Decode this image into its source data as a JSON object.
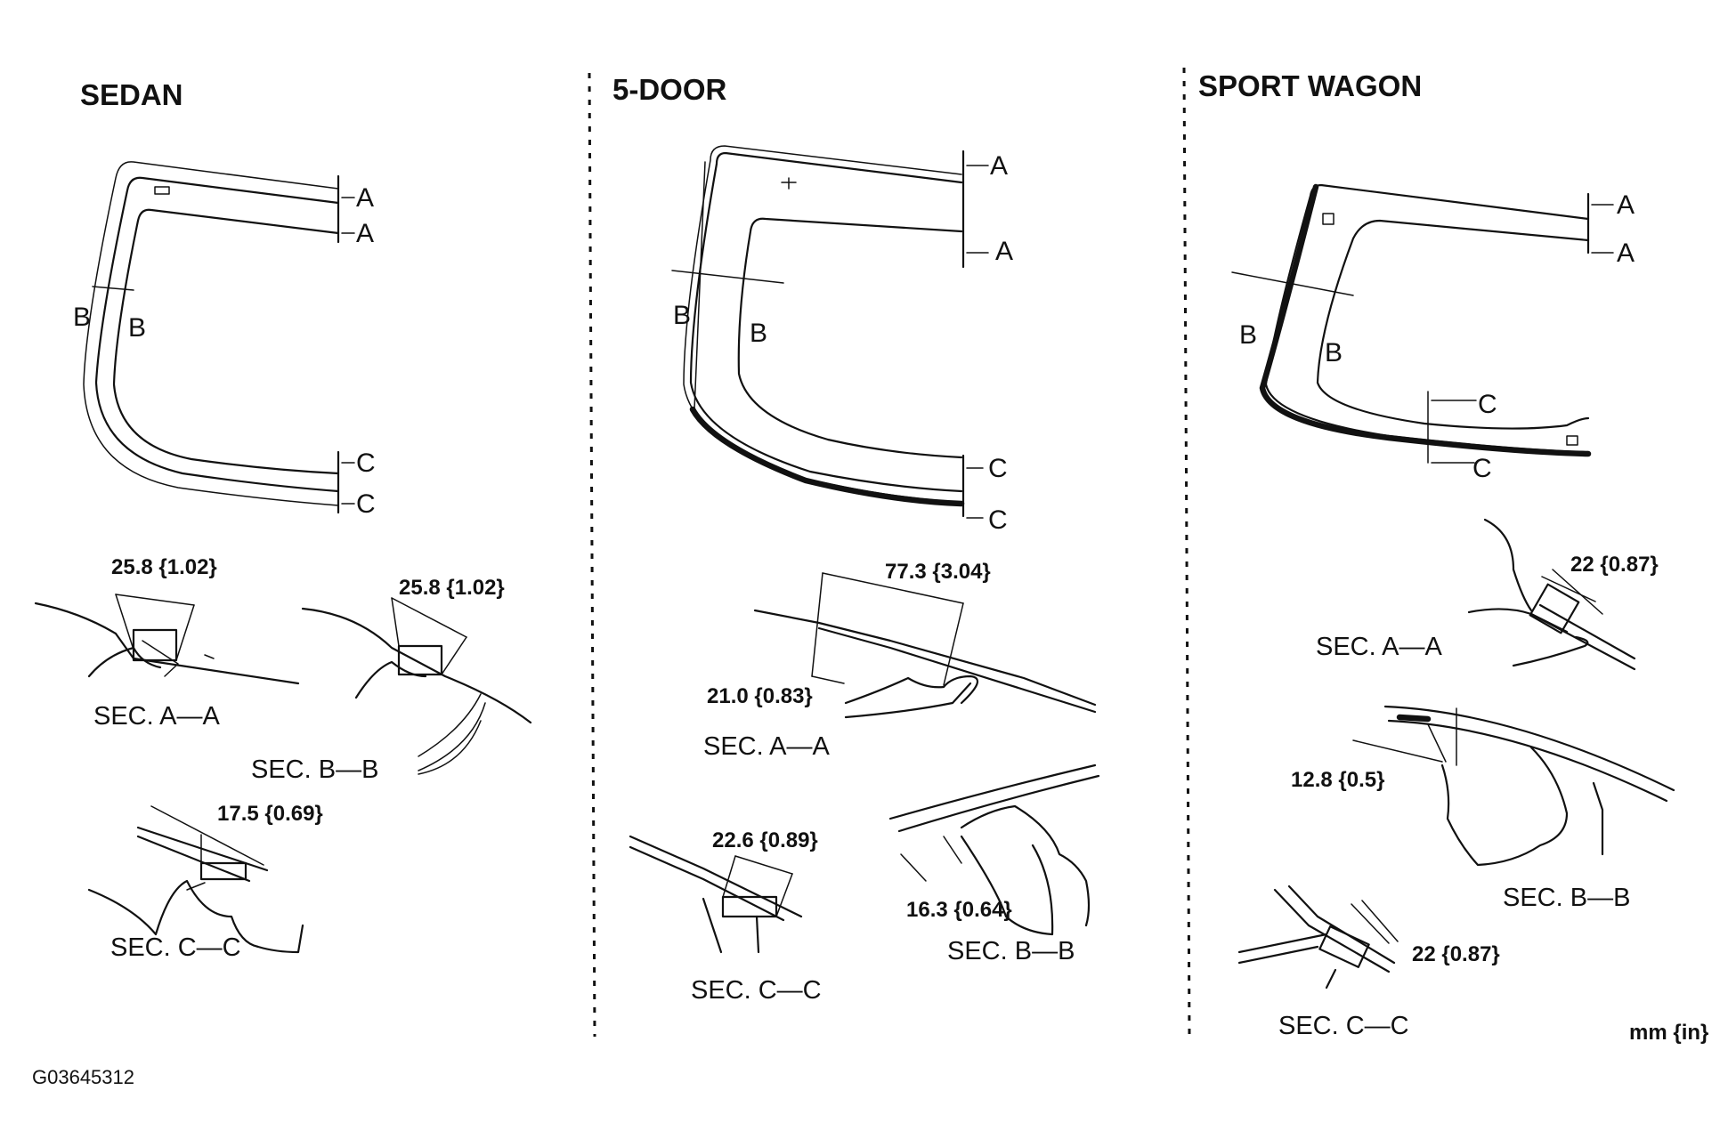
{
  "panels": {
    "sedan": {
      "title": "SEDAN",
      "markers": [
        "A",
        "A",
        "B",
        "B",
        "C",
        "C"
      ],
      "dims": [
        "25.8 {1.02}",
        "25.8 {1.02}",
        "17.5 {0.69}"
      ],
      "sections": [
        "SEC. A—A",
        "SEC. B—B",
        "SEC. C—C"
      ]
    },
    "five_door": {
      "title": "5-DOOR",
      "markers": [
        "A",
        "A",
        "B",
        "B",
        "C",
        "C"
      ],
      "dims": [
        "77.3 {3.04}",
        "21.0 {0.83}",
        "22.6 {0.89}",
        "16.3 {0.64}"
      ],
      "sections": [
        "SEC. A—A",
        "SEC. C—C",
        "SEC. B—B"
      ]
    },
    "wagon": {
      "title": "SPORT WAGON",
      "markers": [
        "A",
        "A",
        "B",
        "B",
        "C",
        "C"
      ],
      "dims": [
        "22 {0.87}",
        "12.8 {0.5}",
        "22 {0.87}"
      ],
      "sections": [
        "SEC. A—A",
        "SEC. B—B",
        "SEC. C—C"
      ]
    }
  },
  "units": "mm {in}",
  "figure_id": "G03645312"
}
